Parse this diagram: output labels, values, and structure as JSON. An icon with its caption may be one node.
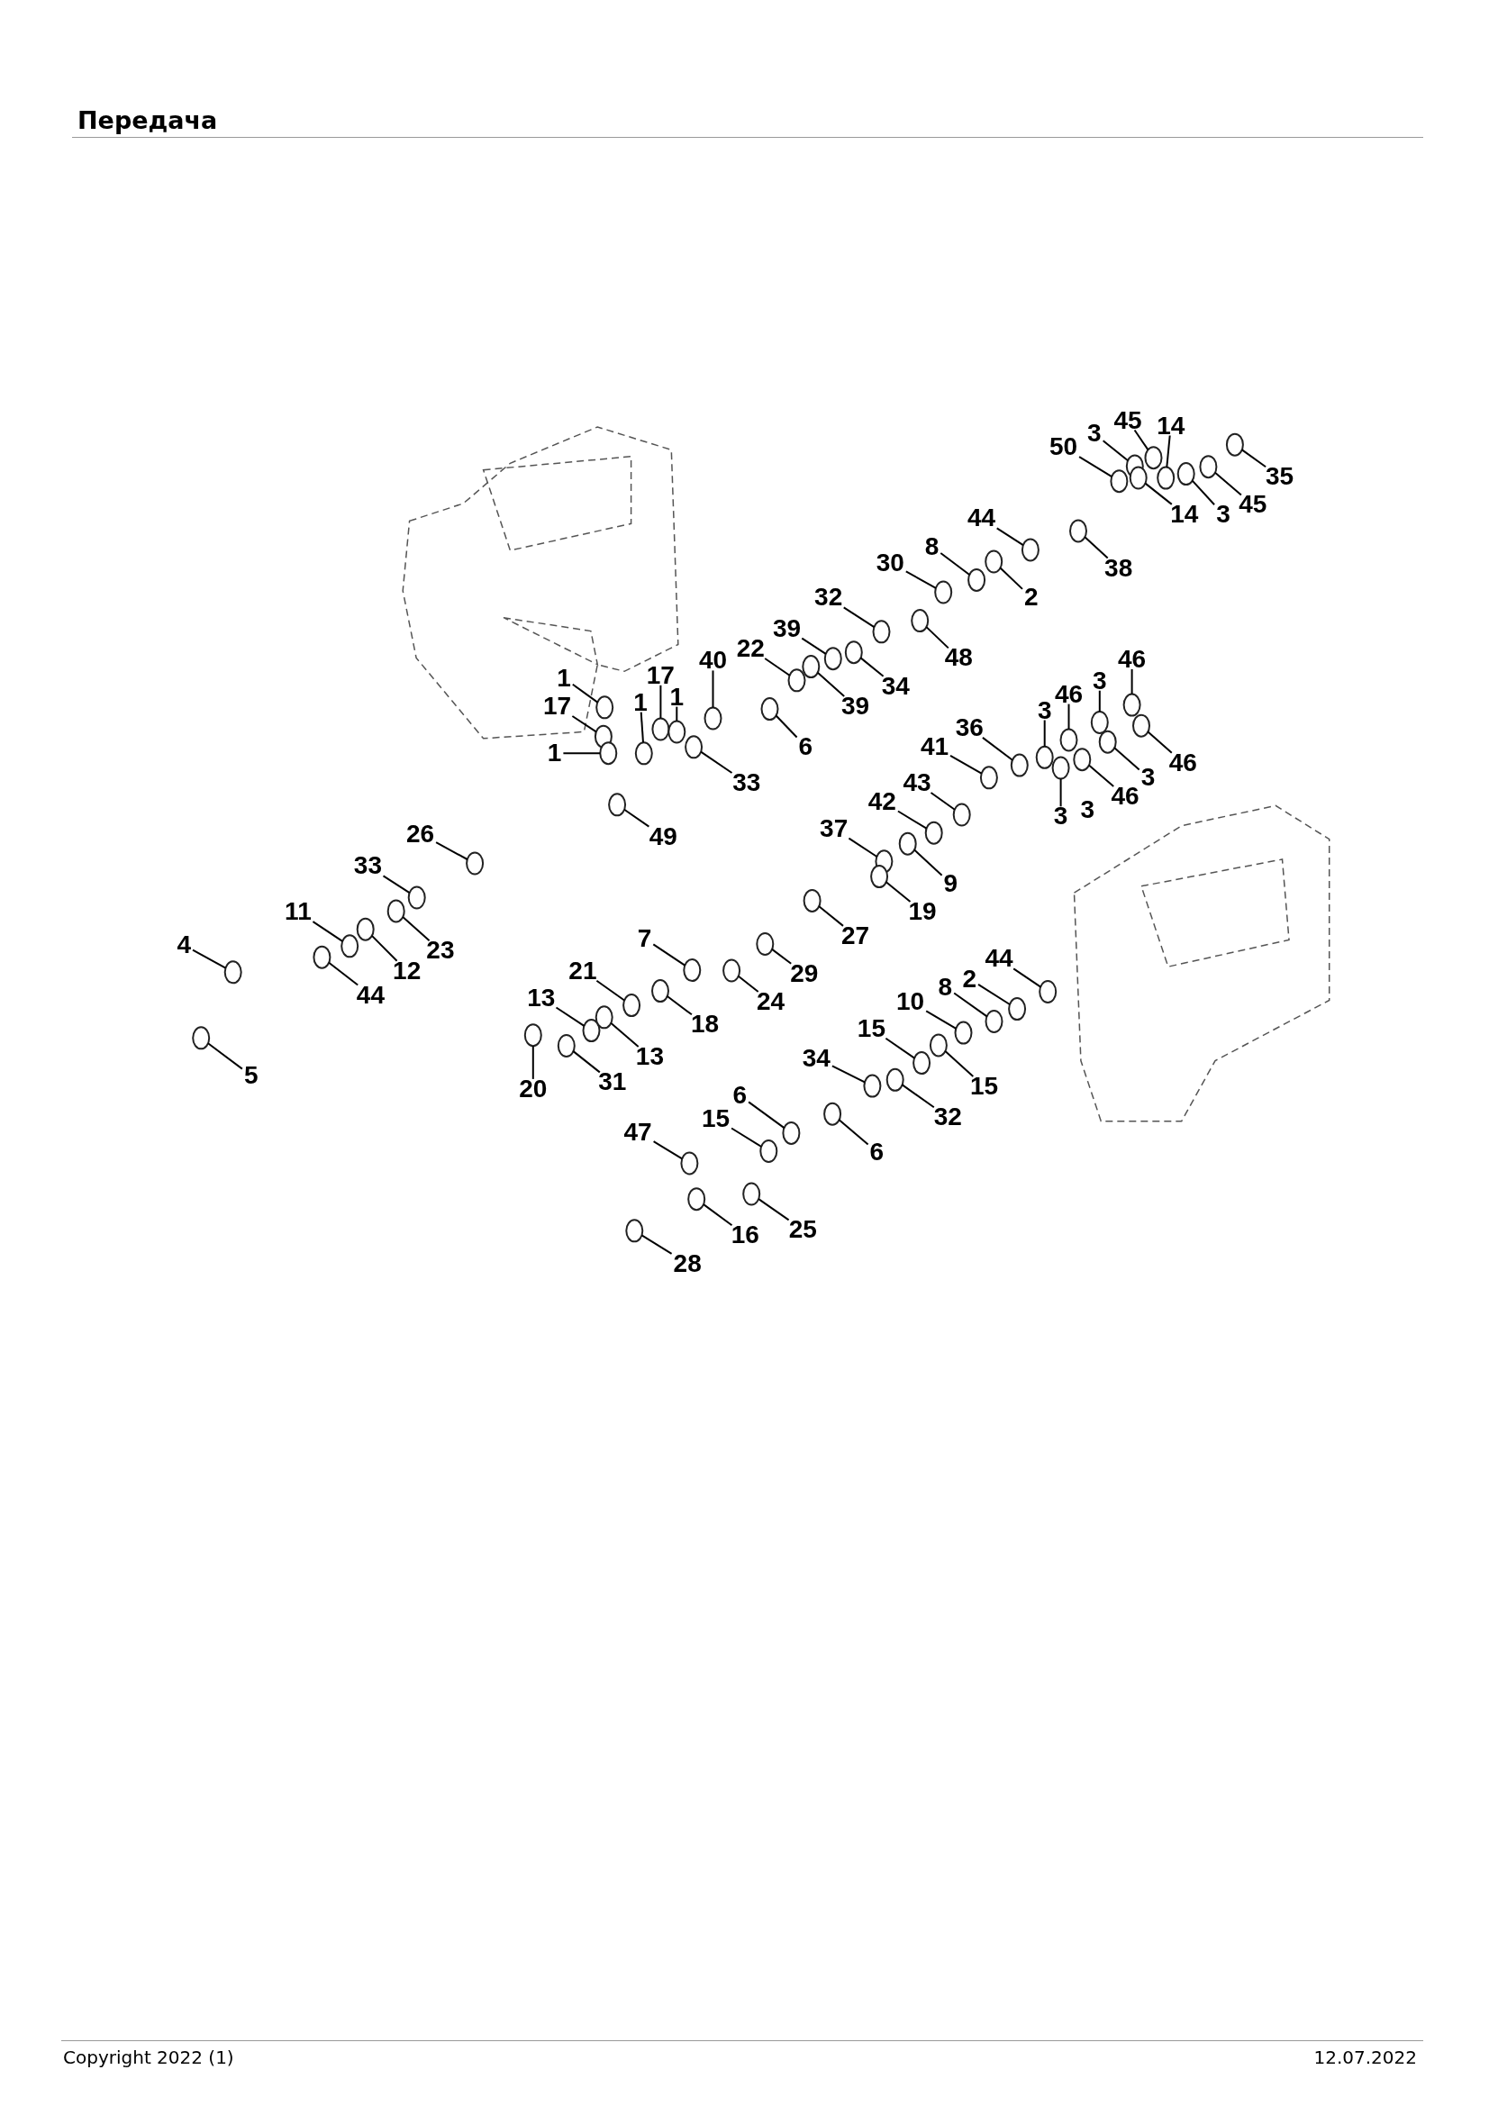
{
  "diagram": {
    "title": "Передача",
    "nodes": [
      {
        "text": [
          "45"
        ]
      },
      {
        "text": [
          "3"
        ]
      },
      {
        "text": [
          "14"
        ]
      },
      {
        "text": [
          "50"
        ]
      },
      {
        "text": [
          "35"
        ]
      },
      {
        "text": [
          "14"
        ]
      },
      {
        "text": [
          "3"
        ]
      },
      {
        "text": [
          "45"
        ]
      },
      {
        "text": [
          "44"
        ]
      },
      {
        "text": [
          "8"
        ]
      },
      {
        "text": [
          "30"
        ]
      },
      {
        "text": [
          "2"
        ]
      },
      {
        "text": [
          "38"
        ]
      },
      {
        "text": [
          "32"
        ]
      },
      {
        "text": [
          "48"
        ]
      },
      {
        "text": [
          "39"
        ]
      },
      {
        "text": [
          "34"
        ]
      },
      {
        "text": [
          "39"
        ]
      },
      {
        "text": [
          "22"
        ]
      },
      {
        "text": [
          "40"
        ]
      },
      {
        "text": [
          "6"
        ]
      },
      {
        "text": [
          "17"
        ]
      },
      {
        "text": [
          "1"
        ]
      },
      {
        "text": [
          "1"
        ]
      },
      {
        "text": [
          "1"
        ]
      },
      {
        "text": [
          "17"
        ]
      },
      {
        "text": [
          "1"
        ]
      },
      {
        "text": [
          "33"
        ]
      },
      {
        "text": [
          "49"
        ]
      },
      {
        "text": [
          "46"
        ]
      },
      {
        "text": [
          "3"
        ]
      },
      {
        "text": [
          "46"
        ]
      },
      {
        "text": [
          "3"
        ]
      },
      {
        "text": [
          "46"
        ]
      },
      {
        "text": [
          "3"
        ]
      },
      {
        "text": [
          "36"
        ]
      },
      {
        "text": [
          "41"
        ]
      },
      {
        "text": [
          "46"
        ]
      },
      {
        "text": [
          "3"
        ]
      },
      {
        "text": [
          "43"
        ]
      },
      {
        "text": [
          "42"
        ]
      },
      {
        "text": [
          "37"
        ]
      },
      {
        "text": [
          "9"
        ]
      },
      {
        "text": [
          "19"
        ]
      },
      {
        "text": [
          "27"
        ]
      },
      {
        "text": [
          "26"
        ]
      },
      {
        "text": [
          "33"
        ]
      },
      {
        "text": [
          "23"
        ]
      },
      {
        "text": [
          "11"
        ]
      },
      {
        "text": [
          "12"
        ]
      },
      {
        "text": [
          "4"
        ]
      },
      {
        "text": [
          "44"
        ]
      },
      {
        "text": [
          "5"
        ]
      },
      {
        "text": [
          "7"
        ]
      },
      {
        "text": [
          "29"
        ]
      },
      {
        "text": [
          "24"
        ]
      },
      {
        "text": [
          "21"
        ]
      },
      {
        "text": [
          "18"
        ]
      },
      {
        "text": [
          "13"
        ]
      },
      {
        "text": [
          "13"
        ]
      },
      {
        "text": [
          "20"
        ]
      },
      {
        "text": [
          "31"
        ]
      },
      {
        "text": [
          "44"
        ]
      },
      {
        "text": [
          "2"
        ]
      },
      {
        "text": [
          "8"
        ]
      },
      {
        "text": [
          "10"
        ]
      },
      {
        "text": [
          "15"
        ]
      },
      {
        "text": [
          "15"
        ]
      },
      {
        "text": [
          "34"
        ]
      },
      {
        "text": [
          "32"
        ]
      },
      {
        "text": [
          "6"
        ]
      },
      {
        "text": [
          "15"
        ]
      },
      {
        "text": [
          "6"
        ]
      },
      {
        "text": [
          "47"
        ]
      },
      {
        "text": [
          "25"
        ]
      },
      {
        "text": [
          "16"
        ]
      },
      {
        "text": [
          "28"
        ]
      },
      {
        "text": [],
        "shape": "circle"
      },
      {
        "text": [],
        "shape": "circle"
      },
      {
        "text": [],
        "shape": "circle"
      },
      {
        "text": [],
        "shape": "circle"
      },
      {
        "text": [],
        "shape": "circle"
      },
      {
        "text": [],
        "shape": "circle"
      },
      {
        "text": [],
        "shape": "circle"
      },
      {
        "text": [],
        "shape": "circle"
      },
      {
        "text": [],
        "shape": "circle"
      },
      {
        "text": [],
        "shape": "circle"
      },
      {
        "text": [],
        "shape": "circle"
      },
      {
        "text": [],
        "shape": "circle"
      },
      {
        "text": [],
        "shape": "circle"
      },
      {
        "text": [],
        "shape": "circle"
      },
      {
        "text": [],
        "shape": "circle"
      },
      {
        "text": [],
        "shape": "circle"
      },
      {
        "text": [],
        "shape": "circle"
      },
      {
        "text": [],
        "shape": "circle"
      },
      {
        "text": [],
        "shape": "circle"
      },
      {
        "text": [],
        "shape": "circle"
      },
      {
        "text": [],
        "shape": "circle"
      },
      {
        "text": [],
        "shape": "circle"
      },
      {
        "text": [],
        "shape": "circle"
      },
      {
        "text": [],
        "shape": "circle"
      },
      {
        "text": [],
        "shape": "circle"
      },
      {
        "text": [],
        "shape": "circle"
      },
      {
        "text": [],
        "shape": "circle"
      },
      {
        "text": [],
        "shape": "circle"
      },
      {
        "text": [],
        "shape": "circle"
      },
      {
        "text": [],
        "shape": "circle"
      },
      {
        "text": [],
        "shape": "circle"
      },
      {
        "text": [],
        "shape": "circle"
      },
      {
        "text": [],
        "shape": "circle"
      },
      {
        "text": [],
        "shape": "circle"
      },
      {
        "text": [],
        "shape": "circle"
      },
      {
        "text": [],
        "shape": "circle"
      },
      {
        "text": [],
        "shape": "circle"
      },
      {
        "text": [],
        "shape": "circle"
      },
      {
        "text": [],
        "shape": "circle"
      },
      {
        "text": [],
        "shape": "circle"
      },
      {
        "text": [],
        "shape": "circle"
      },
      {
        "text": [],
        "shape": "circle"
      },
      {
        "text": [],
        "shape": "circle"
      },
      {
        "text": [],
        "shape": "circle"
      },
      {
        "text": [],
        "shape": "circle"
      },
      {
        "text": [],
        "shape": "circle"
      },
      {
        "text": [],
        "shape": "circle"
      },
      {
        "text": [],
        "shape": "circle"
      },
      {
        "text": [],
        "shape": "circle"
      },
      {
        "text": [],
        "shape": "circle"
      },
      {
        "text": [],
        "shape": "circle"
      },
      {
        "text": [],
        "shape": "circle"
      },
      {
        "text": [],
        "shape": "circle"
      },
      {
        "text": [],
        "shape": "circle"
      },
      {
        "text": [],
        "shape": "circle"
      },
      {
        "text": [],
        "shape": "circle"
      },
      {
        "text": [],
        "shape": "circle"
      },
      {
        "text": [],
        "shape": "circle"
      },
      {
        "text": [],
        "shape": "circle"
      },
      {
        "text": [],
        "shape": "circle"
      },
      {
        "text": [],
        "shape": "circle"
      },
      {
        "text": [],
        "shape": "circle"
      },
      {
        "text": [],
        "shape": "circle"
      },
      {
        "text": [],
        "shape": "circle"
      },
      {
        "text": [],
        "shape": "circle"
      },
      {
        "text": [],
        "shape": "circle"
      },
      {
        "text": [],
        "shape": "circle"
      },
      {
        "text": [],
        "shape": "circle"
      },
      {
        "text": [],
        "shape": "circle"
      },
      {
        "text": [],
        "shape": "circle"
      },
      {
        "text": [],
        "shape": "circle"
      },
      {
        "text": [],
        "shape": "circle"
      },
      {
        "text": [],
        "shape": "circle"
      },
      {
        "text": [],
        "shape": "circle"
      },
      {
        "text": [],
        "shape": "circle"
      },
      {
        "text": [],
        "shape": "circle"
      },
      {
        "text": [],
        "shape": "circle"
      }
    ],
    "edges": [
      {
        "from": 0,
        "to": 77,
        "arrow": "none"
      },
      {
        "from": 1,
        "to": 78,
        "arrow": "none"
      },
      {
        "from": 2,
        "to": 79,
        "arrow": "none"
      },
      {
        "from": 3,
        "to": 80,
        "arrow": "none"
      },
      {
        "from": 4,
        "to": 81,
        "arrow": "none"
      },
      {
        "from": 5,
        "to": 82,
        "arrow": "none"
      },
      {
        "from": 6,
        "to": 83,
        "arrow": "none"
      },
      {
        "from": 7,
        "to": 84,
        "arrow": "none"
      },
      {
        "from": 8,
        "to": 85,
        "arrow": "none"
      },
      {
        "from": 9,
        "to": 86,
        "arrow": "none"
      },
      {
        "from": 10,
        "to": 87,
        "arrow": "none"
      },
      {
        "from": 11,
        "to": 88,
        "arrow": "none"
      },
      {
        "from": 12,
        "to": 89,
        "arrow": "none"
      },
      {
        "from": 13,
        "to": 90,
        "arrow": "none"
      },
      {
        "from": 14,
        "to": 91,
        "arrow": "none"
      },
      {
        "from": 15,
        "to": 92,
        "arrow": "none"
      },
      {
        "from": 16,
        "to": 93,
        "arrow": "none"
      },
      {
        "from": 17,
        "to": 94,
        "arrow": "none"
      },
      {
        "from": 18,
        "to": 95,
        "arrow": "none"
      },
      {
        "from": 19,
        "to": 96,
        "arrow": "none"
      },
      {
        "from": 20,
        "to": 97,
        "arrow": "none"
      },
      {
        "from": 21,
        "to": 98,
        "arrow": "none"
      },
      {
        "from": 22,
        "to": 99,
        "arrow": "none"
      },
      {
        "from": 23,
        "to": 100,
        "arrow": "none"
      },
      {
        "from": 24,
        "to": 101,
        "arrow": "none"
      },
      {
        "from": 25,
        "to": 102,
        "arrow": "none"
      },
      {
        "from": 26,
        "to": 103,
        "arrow": "none"
      },
      {
        "from": 27,
        "to": 104,
        "arrow": "none"
      },
      {
        "from": 28,
        "to": 105,
        "arrow": "none"
      },
      {
        "from": 29,
        "to": 106,
        "arrow": "none"
      },
      {
        "from": 30,
        "to": 107,
        "arrow": "none"
      },
      {
        "from": 31,
        "to": 108,
        "arrow": "none"
      },
      {
        "from": 32,
        "to": 109,
        "arrow": "none"
      },
      {
        "from": 33,
        "to": 110,
        "arrow": "none"
      },
      {
        "from": 34,
        "to": 111,
        "arrow": "none"
      },
      {
        "from": 35,
        "to": 112,
        "arrow": "none"
      },
      {
        "from": 36,
        "to": 113,
        "arrow": "none"
      },
      {
        "from": 37,
        "to": 114,
        "arrow": "none"
      },
      {
        "from": 38,
        "to": 115,
        "arrow": "none"
      },
      {
        "from": 39,
        "to": 116,
        "arrow": "none"
      },
      {
        "from": 40,
        "to": 117,
        "arrow": "none"
      },
      {
        "from": 41,
        "to": 118,
        "arrow": "none"
      },
      {
        "from": 42,
        "to": 119,
        "arrow": "none"
      },
      {
        "from": 43,
        "to": 120,
        "arrow": "none"
      },
      {
        "from": 44,
        "to": 121,
        "arrow": "none"
      },
      {
        "from": 45,
        "to": 122,
        "arrow": "none"
      },
      {
        "from": 46,
        "to": 123,
        "arrow": "none"
      },
      {
        "from": 47,
        "to": 124,
        "arrow": "none"
      },
      {
        "from": 48,
        "to": 125,
        "arrow": "none"
      },
      {
        "from": 49,
        "to": 126,
        "arrow": "none"
      },
      {
        "from": 50,
        "to": 127,
        "arrow": "none"
      },
      {
        "from": 51,
        "to": 128,
        "arrow": "none"
      },
      {
        "from": 52,
        "to": 129,
        "arrow": "none"
      },
      {
        "from": 53,
        "to": 130,
        "arrow": "none"
      },
      {
        "from": 54,
        "to": 131,
        "arrow": "none"
      },
      {
        "from": 55,
        "to": 132,
        "arrow": "none"
      },
      {
        "from": 56,
        "to": 133,
        "arrow": "none"
      },
      {
        "from": 57,
        "to": 134,
        "arrow": "none"
      },
      {
        "from": 58,
        "to": 135,
        "arrow": "none"
      },
      {
        "from": 59,
        "to": 136,
        "arrow": "none"
      },
      {
        "from": 60,
        "to": 137,
        "arrow": "none"
      },
      {
        "from": 61,
        "to": 138,
        "arrow": "none"
      },
      {
        "from": 62,
        "to": 139,
        "arrow": "none"
      },
      {
        "from": 63,
        "to": 140,
        "arrow": "none"
      },
      {
        "from": 64,
        "to": 141,
        "arrow": "none"
      },
      {
        "from": 65,
        "to": 142,
        "arrow": "none"
      },
      {
        "from": 66,
        "to": 143,
        "arrow": "none"
      },
      {
        "from": 67,
        "to": 144,
        "arrow": "none"
      },
      {
        "from": 68,
        "to": 145,
        "arrow": "none"
      },
      {
        "from": 69,
        "to": 146,
        "arrow": "none"
      },
      {
        "from": 70,
        "to": 147,
        "arrow": "none"
      },
      {
        "from": 71,
        "to": 148,
        "arrow": "none"
      },
      {
        "from": 72,
        "to": 149,
        "arrow": "none"
      },
      {
        "from": 73,
        "to": 150,
        "arrow": "none"
      },
      {
        "from": 74,
        "to": 151,
        "arrow": "none"
      },
      {
        "from": 75,
        "to": 152,
        "arrow": "none"
      },
      {
        "from": 76,
        "to": 153,
        "arrow": "none"
      }
    ],
    "labels": [
      "3",
      "Copyright 2022 (1)",
      "12.07.2022"
    ]
  }
}
